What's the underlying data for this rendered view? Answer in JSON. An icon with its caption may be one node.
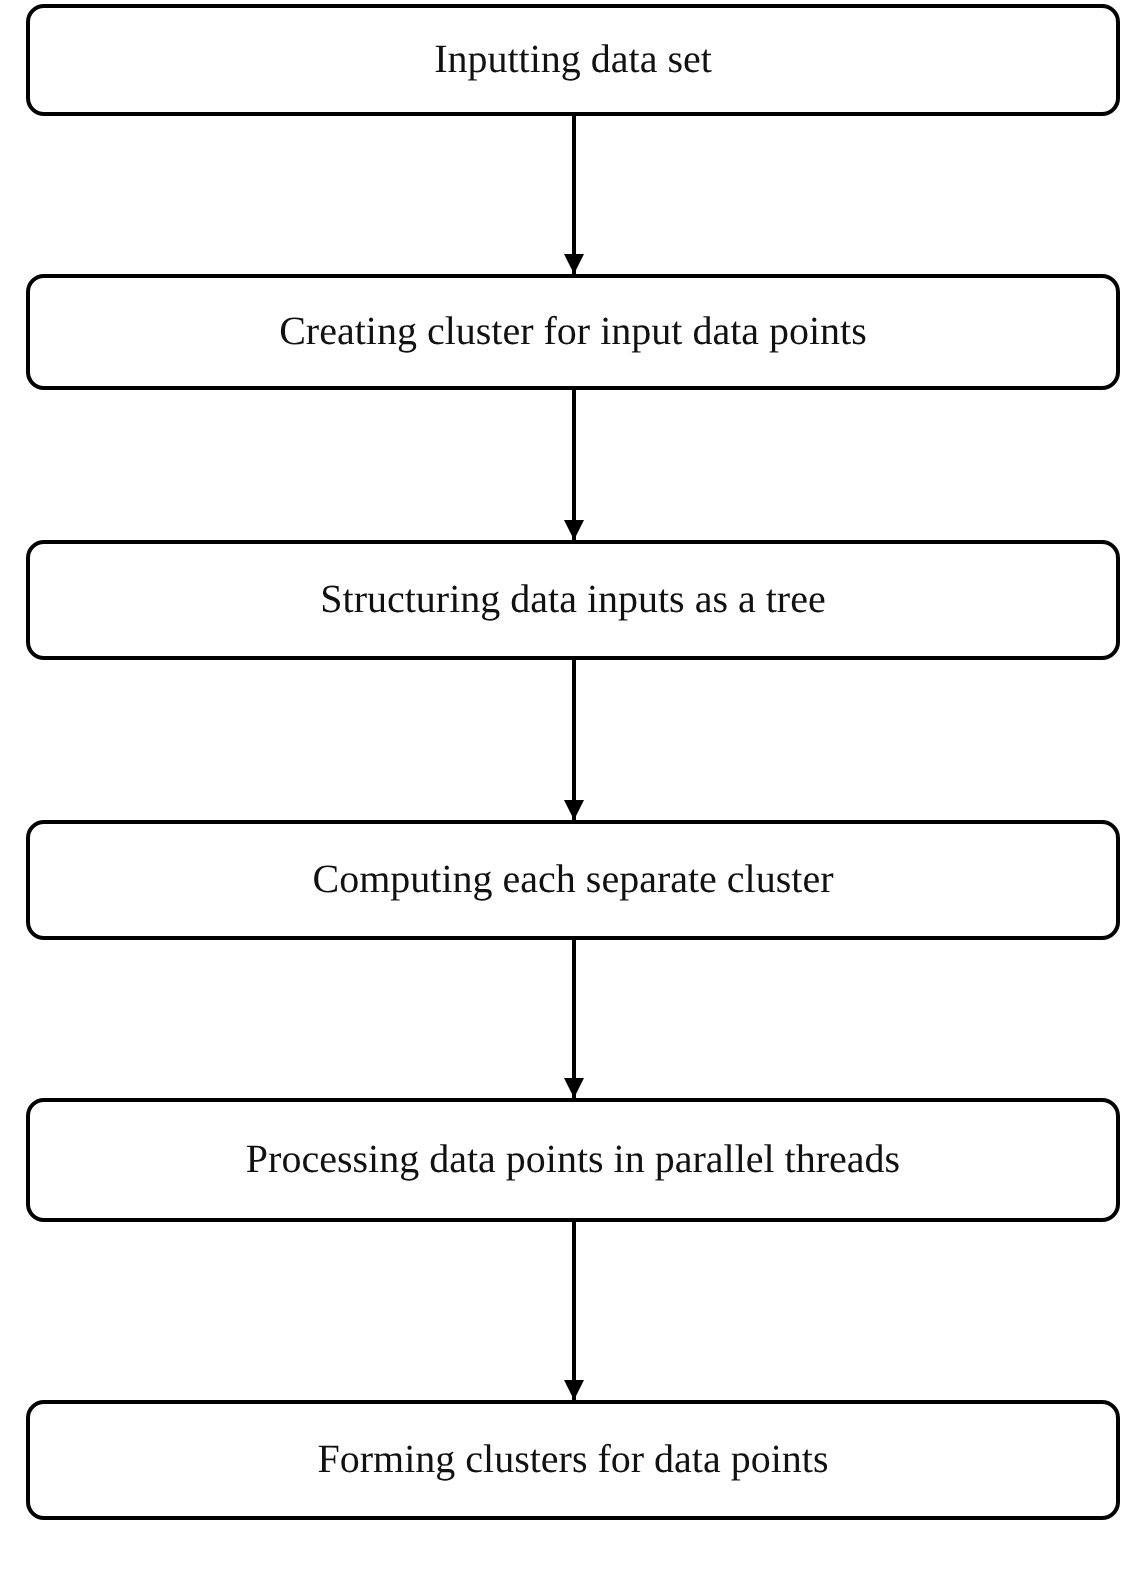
{
  "diagram": {
    "nodes": [
      {
        "text": [
          "Inputting data set"
        ]
      },
      {
        "text": [
          "Creating cluster for input data points"
        ]
      },
      {
        "text": [
          "Structuring data inputs as a tree"
        ]
      },
      {
        "text": [
          "Computing each separate cluster"
        ]
      },
      {
        "text": [
          "Processing data points in parallel threads"
        ]
      },
      {
        "text": [
          "Forming clusters for data points"
        ]
      }
    ],
    "edges": [
      {
        "from": 0,
        "to": 1,
        "arrow": "to"
      },
      {
        "from": 1,
        "to": 2,
        "arrow": "to"
      },
      {
        "from": 2,
        "to": 3,
        "arrow": "to"
      },
      {
        "from": 3,
        "to": 4,
        "arrow": "to"
      },
      {
        "from": 4,
        "to": 5,
        "arrow": "to"
      }
    ]
  }
}
